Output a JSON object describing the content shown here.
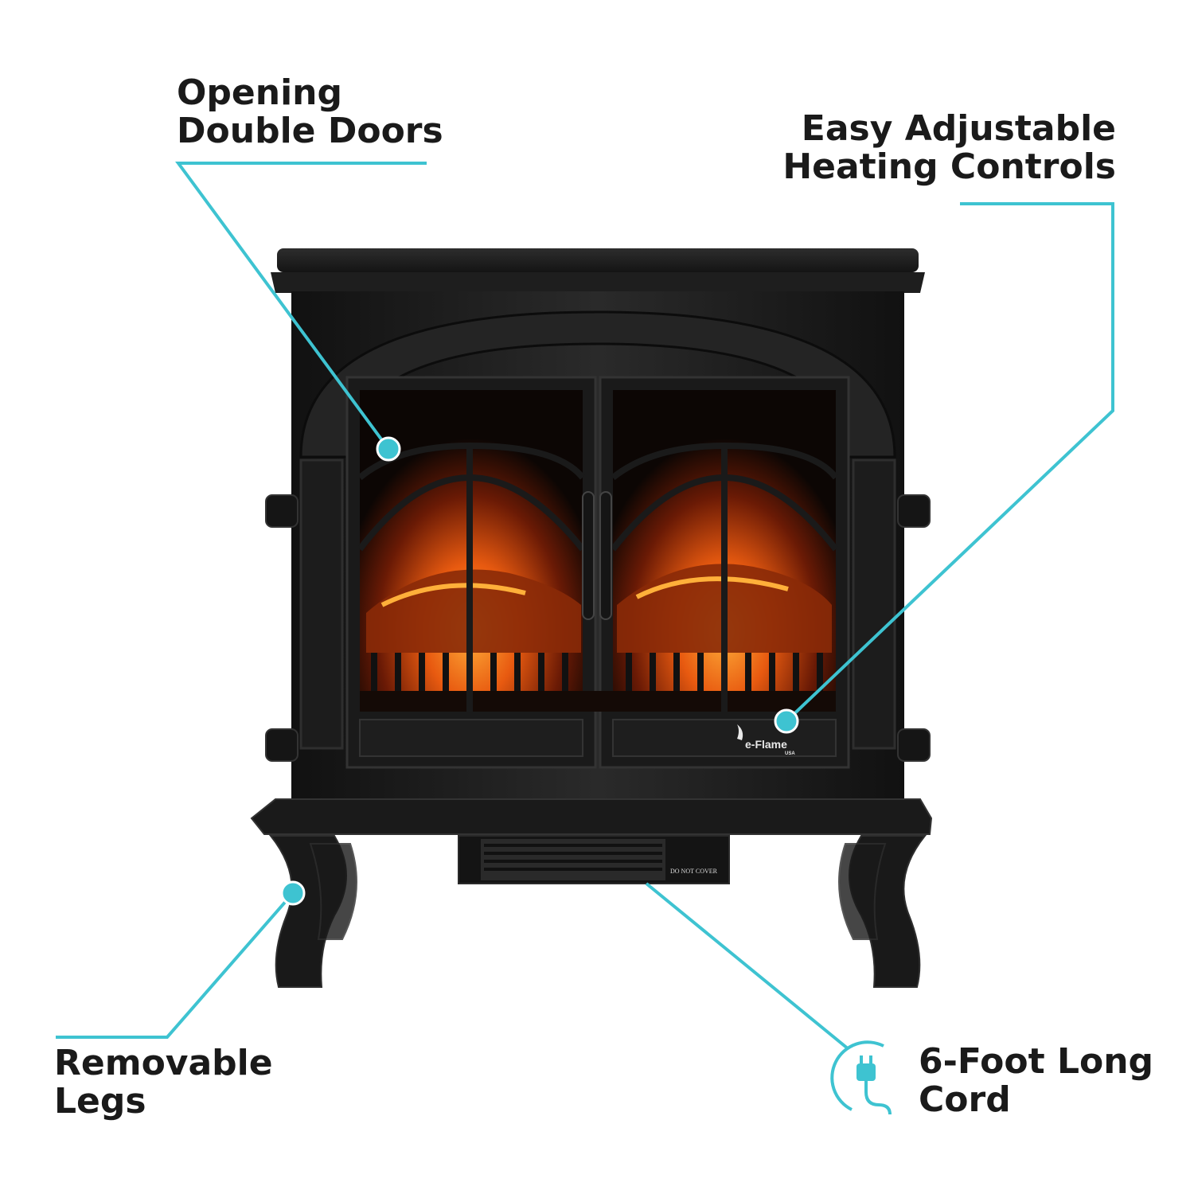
{
  "callouts": {
    "doors": [
      "Opening",
      "Double Doors"
    ],
    "controls": [
      "Easy Adjustable",
      "Heating Controls"
    ],
    "legs": [
      "Removable",
      "Legs"
    ],
    "cord": [
      "6-Foot Long",
      "Cord"
    ]
  },
  "product": {
    "brand": "e-Flame",
    "brand_sub": "USA",
    "vent_label": "DO NOT COVER"
  },
  "colors": {
    "accent": "#3ec3d1",
    "stove_body": "#1b1b1b",
    "flame": "#e85a10"
  },
  "icons": {
    "cord": "plug-icon"
  }
}
